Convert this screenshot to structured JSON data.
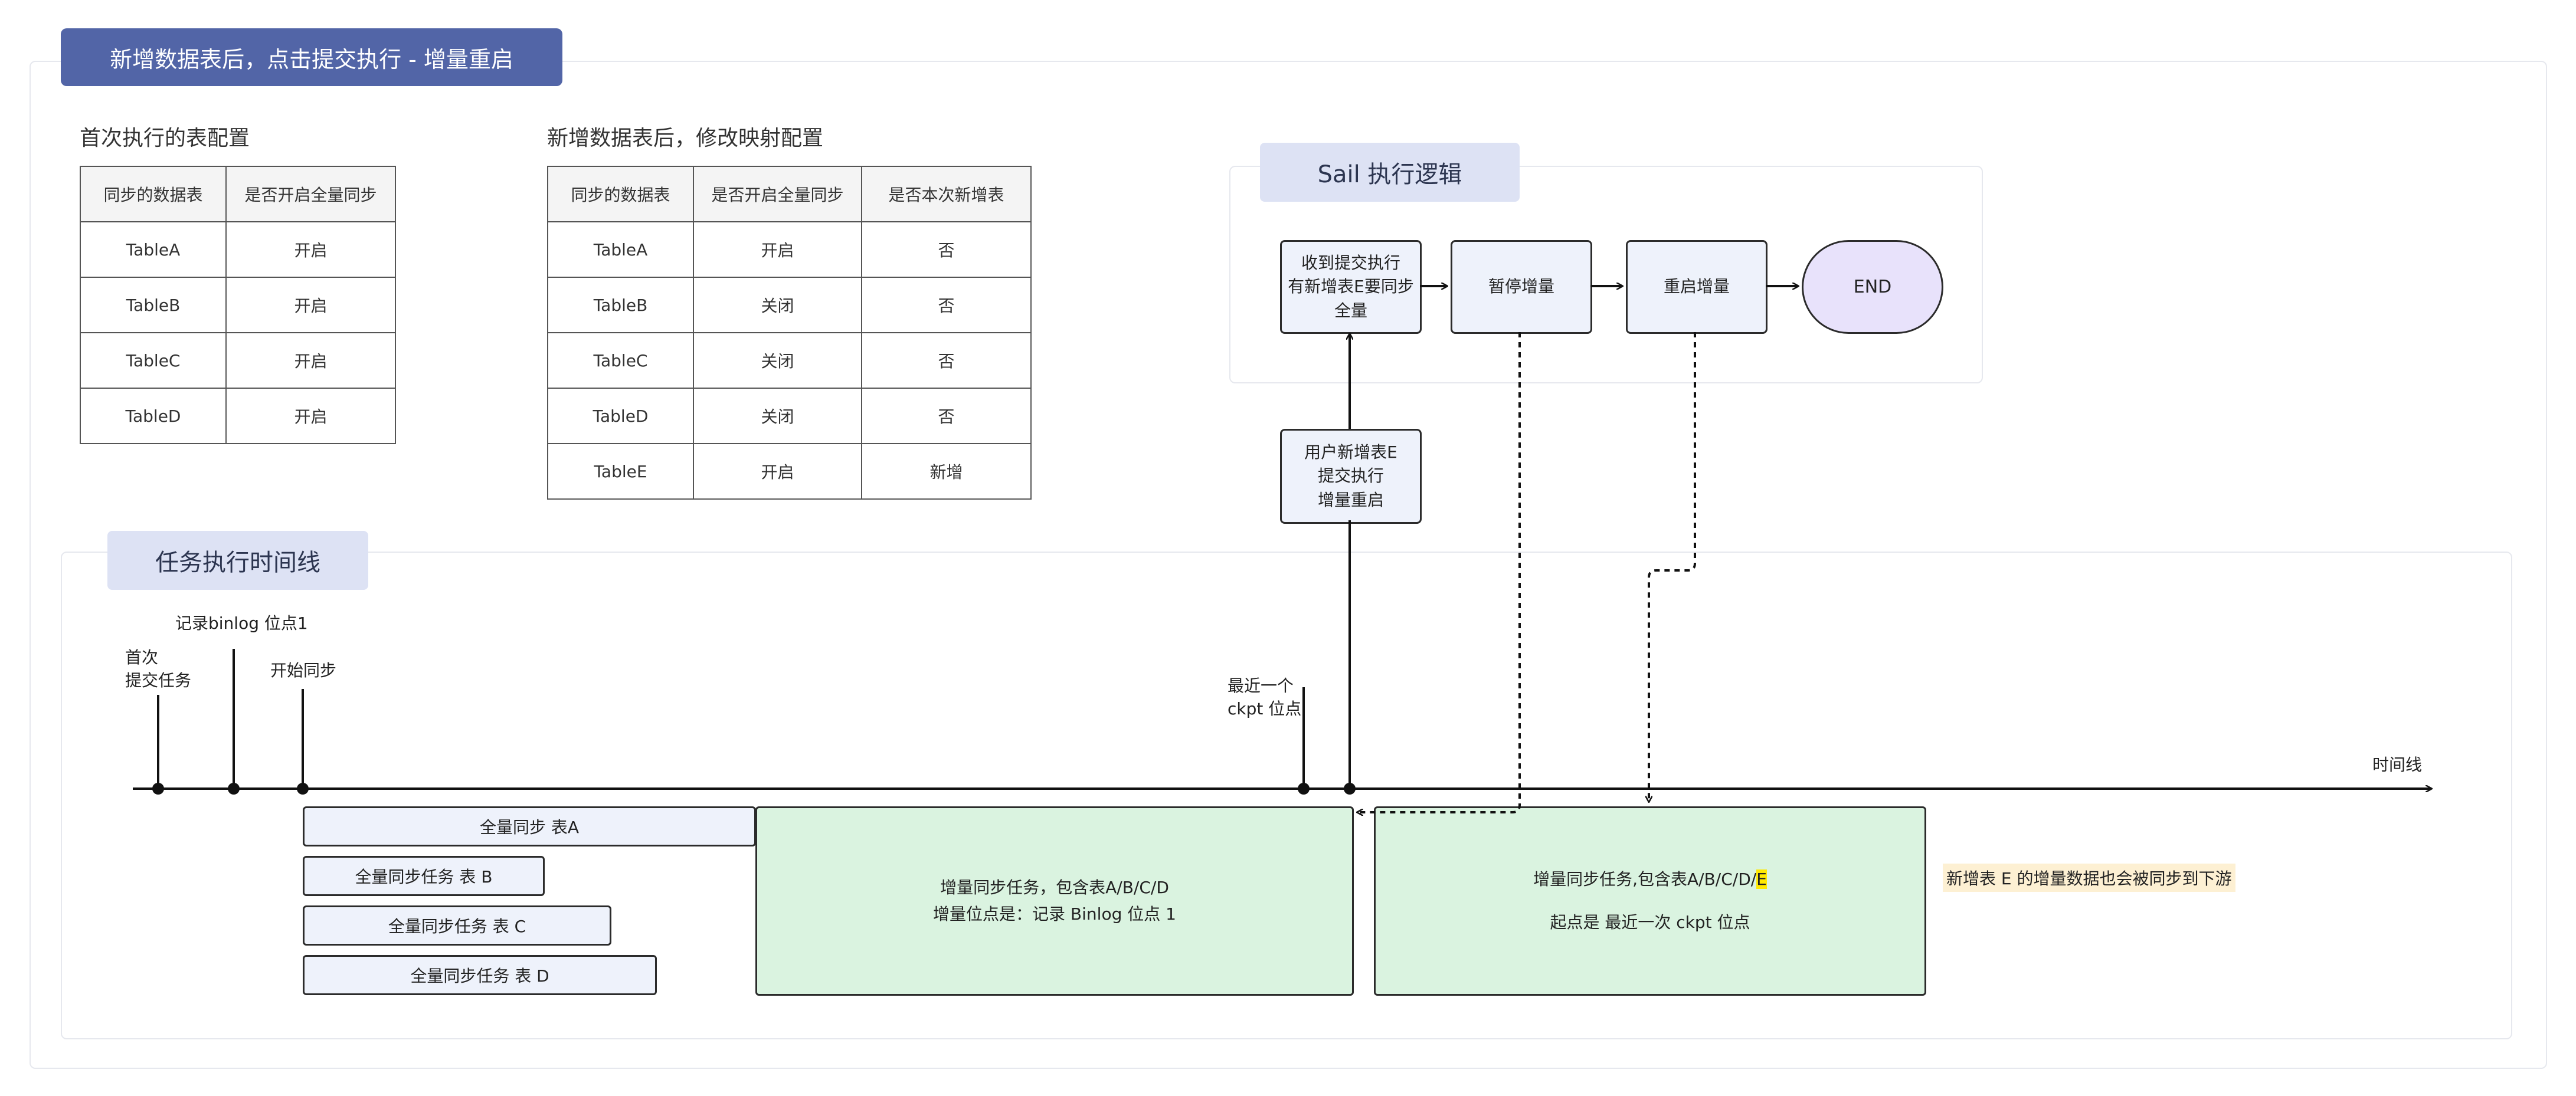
{
  "title": "新增数据表后，点击提交执行 - 增量重启",
  "first_config": {
    "heading": "首次执行的表配置",
    "headers": [
      "同步的数据表",
      "是否开启全量同步"
    ],
    "rows": [
      [
        "TableA",
        "开启"
      ],
      [
        "TableB",
        "开启"
      ],
      [
        "TableC",
        "开启"
      ],
      [
        "TableD",
        "开启"
      ]
    ]
  },
  "new_config": {
    "heading": "新增数据表后，修改映射配置",
    "headers": [
      "同步的数据表",
      "是否开启全量同步",
      "是否本次新增表"
    ],
    "rows": [
      [
        "TableA",
        "开启",
        "否"
      ],
      [
        "TableB",
        "关闭",
        "否"
      ],
      [
        "TableC",
        "关闭",
        "否"
      ],
      [
        "TableD",
        "关闭",
        "否"
      ],
      [
        "TableE",
        "开启",
        "新增"
      ]
    ]
  },
  "sail": {
    "tag": "Sail 执行逻辑",
    "nodes": {
      "receive": "收到提交执行\n有新增表E要同步\n全量",
      "pause": "暂停增量",
      "restart": "重启增量",
      "end": "END",
      "user": "用户新增表E\n提交执行\n增量重启"
    }
  },
  "timeline": {
    "tag": "任务执行时间线",
    "axis_label": "时间线",
    "markers": {
      "first_submit": "首次\n提交任务",
      "record_binlog": "记录binlog 位点1",
      "start_sync": "开始同步",
      "last_ckpt": "最近一个\nckpt 位点"
    },
    "full_sync": [
      "全量同步 表A",
      "全量同步任务 表 B",
      "全量同步任务 表 C",
      "全量同步任务 表 D"
    ],
    "incr1": {
      "line1": "增量同步任务，包含表A/B/C/D",
      "line2": "增量位点是：记录 Binlog 位点 1"
    },
    "incr2": {
      "line1_prefix": "增量同步任务,包含表A/B/C/D/",
      "line1_highlight": "E",
      "line2": "起点是 最近一次 ckpt 位点"
    },
    "note": "新增表 E 的增量数据也会被同步到下游"
  }
}
